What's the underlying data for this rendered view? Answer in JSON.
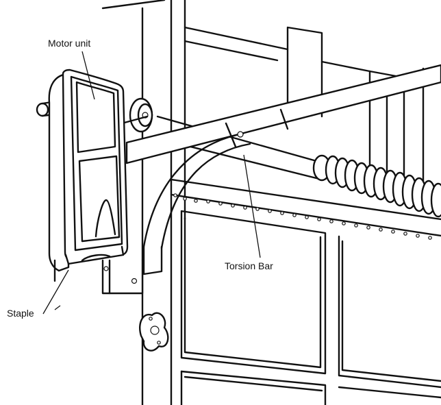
{
  "labels": {
    "motor_unit": "Motor unit",
    "torsion_bar": "Torsion Bar",
    "staple": "Staple"
  },
  "colors": {
    "line": "#111111",
    "background": "#ffffff"
  }
}
